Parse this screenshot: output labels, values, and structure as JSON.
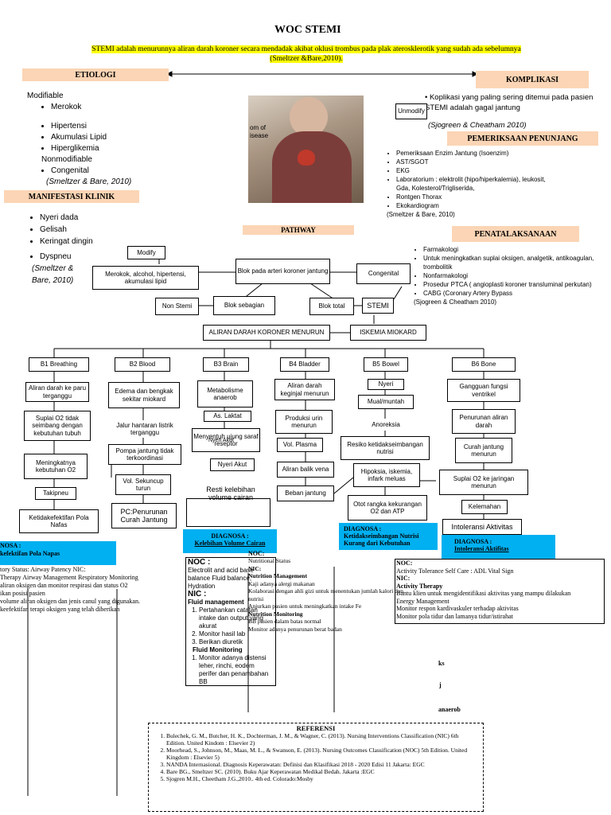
{
  "title": "WOC STEMI",
  "definition": {
    "line1": "STEMI adalah menurunnya aliran darah koroner secara mendadak akibat oklusi trombus pada plak aterosklerotik yang sudah ada sebelumnya",
    "line2": "(Smeltzer &Bare,2010)."
  },
  "etiologi": {
    "title": "ETIOLOGI",
    "modifiable_label": "Modifiable",
    "modifiable_items": [
      "Merokok",
      "Hipertensi",
      "Akumulasi Lipid",
      "Hiperglikemia"
    ],
    "nonmod_label": "Nonmodifiable",
    "nonmod_items": [
      "Congenital"
    ],
    "source": "(Smeltzer & Bare, 2010)"
  },
  "image_caption": {
    "line1": "om of",
    "line2": "isease"
  },
  "komplikasi": {
    "title": "KOMPLIKASI",
    "text": "Koplikasi yang paling sering ditemui pada pasien STEMI adalah gagal jantung",
    "unmodify": "Unmodify",
    "source": "(Sjogreen & Cheatham 2010)"
  },
  "penunjang": {
    "title": "PEMERIKSAAN PENUNJANG",
    "items": [
      "Pemeriksaan Enzim Jantung (Isoenzim)",
      "AST/SGOT",
      "EKG",
      "Laboratorium : elektrolit (hipo/hiperkalemia), leukosit, Gda, Kolesterol/Trigliserida,",
      "Rontgen Thorax",
      "Ekokardiogram"
    ],
    "source": "(Smeltzer & Bare, 2010)"
  },
  "manifestasi": {
    "title": "MANIFESTASI KLINIK",
    "items": [
      "Nyeri dada",
      "Gelisah",
      "Keringat dingin",
      "Dyspneu"
    ],
    "source1": "(Smeltzer &",
    "source2": "Bare, 2010)"
  },
  "pathway": {
    "title": "PATHWAY",
    "modify": "Modify",
    "risk": "Merokok, alcohol, hipertensi, akumulasi lipid",
    "blok": "Blok pada arteri koroner jantung",
    "congenital": "Congenital",
    "non_stemi": "Non Stemi",
    "blok_sebagian": "Blok sebagian",
    "blok_total": "Blok total",
    "stemi": "STEMI",
    "aliran": "ALIRAN DARAH KORONER MENURUN",
    "iskemia": "ISKEMIA MIOKARD"
  },
  "penatalaksanaan": {
    "title": "PENATALAKSANAAN",
    "items": [
      "Farmakologi",
      "Untuk meningkatkan suplai oksigen, analgetik, antikoagulan, trombolitik",
      "Nonfarmakologi",
      "Prosedur PTCA ( angioplasti koroner transluminal perkutan)",
      "CABG (Coronary Artery Bypass"
    ],
    "source": "(Sjogreen & Cheatham 2010)"
  },
  "columns": {
    "b1": {
      "title": "B1 Breathing",
      "items": [
        "Aliran darah ke paru terganggu",
        "Suplai O2 tidak seimbang dengan kebutuhan tubuh",
        "Meningkatnya kebutuhan O2",
        "Takipneu",
        "Ketidakefektifan Pola Nafas"
      ]
    },
    "b2": {
      "title": "B2 Blood",
      "items": [
        "Edema dan bengkak sekitar miokard",
        "Jalur hantaran listrik terganggu",
        "Pompa jantung tidak terkoordinasi",
        "Vol. Sekuncup turun",
        "PC:Penurunan Curah Jantung"
      ]
    },
    "b3": {
      "title": "B3 Brain",
      "items": [
        "Metabolisme anaerob",
        "As. Laktat",
        "Menyentuh ujung saraf reseptor",
        "Nyeri Akut",
        "Resti kelebihan volume cairan"
      ],
      "overlap": "Nyeri Akut"
    },
    "b4": {
      "title": "B4 Bladder",
      "items": [
        "Aliran darah keginjal menurun",
        "Produksi urin menurun",
        "Vol. Plasma",
        "Aliran balik vena",
        "Beban jantung"
      ]
    },
    "b5": {
      "title": "B5 Bowel",
      "items": [
        "Nyeri",
        "Mual/muntah",
        "Anoreksia",
        "Resiko ketidakseimbangan nutrisi",
        "Hipoksia, iskemia, infark meluas",
        "Otot rangka kekurangan O2 dan ATP"
      ]
    },
    "b6": {
      "title": "B6 Bone",
      "items": [
        "Gangguan fungsi ventrikel",
        "Penurunan aliran darah",
        "Curah jantung menurun",
        "Suplai O2 ke jaringan menurun",
        "Kelemahan",
        "Intoleransi Aktivitas"
      ]
    }
  },
  "diag1": {
    "label": "NOSA :",
    "title": "kefektifan Pola Napas",
    "noc": "tory Status: Airway Patency NIC:",
    "lines": [
      "Therapy Airway Management Respiratory Monitoring",
      "aliran oksigen dan monitor respirasi dan status O2",
      "ikan posisi pasien",
      "volume aliran oksigen dan jenis canul yang digunakan.",
      "keefektifan terapi oksigen yang telah diberikan"
    ]
  },
  "diag2": {
    "label": "DIAGNOSA :",
    "title": "Kelebihan Volume Cairan",
    "noc_label": "NOC :",
    "noc": "Electrolit and acid base balance Fluid balance, Hydration",
    "nic_label": "NIC :",
    "nic_title": "Fluid management",
    "nic_items": [
      "Pertahankan catatan intake dan output yang akurat",
      "Monitor hasil lab",
      "Berikan diuretik"
    ],
    "mon_title": "Fluid Monitoring",
    "mon_items": [
      "Monitor adanya distensi leher, rinchi, eodem perifer dan penambahan BB"
    ]
  },
  "diag3": {
    "label": "DIAGNOSA :",
    "title1": "Ketidakseimbangan Nutrisi",
    "title2": "Kurang dari Kebutuhan",
    "noc": "NOC:",
    "noc_text": "Nutritional Status",
    "nic": "NIC:",
    "nutrition_mgmt": "Nutrition Management",
    "lines": [
      "Kaji adanya alergi makanan",
      "Kolaborasi dengan ahli gizi untuk menentukan jumlah kalori dan nutrisi",
      "Anjurkan pasien untuk meningkatkan intake Fe",
      "Nutrition Monitoring",
      "BB pasien dalam batas normal",
      "Monitor adanya penurunan berat badan"
    ]
  },
  "diag4": {
    "label": "DIAGNOSA :",
    "title": "Intoleransi Aktifitas",
    "noc": "NOC:",
    "noc_text": "Activity Tolerance Self Care : ADL Vital Sign",
    "nic": "NIC:",
    "therapy": "Activity Therapy",
    "lines": [
      "Bantu klien untuk mengidentifikasi aktivitas yang mampu dilakukan",
      "Energy Management",
      "Monitor respon kardivaskuler terhadap aktivitas",
      "Monitor pola tidur dan lamanya tidur/istirahat"
    ]
  },
  "stray": {
    "a": "ks",
    "b": "j",
    "c": "anaerob"
  },
  "referensi": {
    "title": "REFERENSI",
    "items": [
      "Bulechek, G. M., Butcher, H. K., Dochterman, J. M., & Wagner, C. (2013). Nursing Interventions Classification (NIC) 6th Edition. United Kindom : Elsevier 2)",
      "Moorhead, S., Johnson, M., Maas, M. L., & Swanson, E. (2013). Nursing Outcomes Classification (NOC) 5th Edition. United Kingdom : Elsevier 5)",
      "NANDA Internasional. Diagnosis Keperawatan: Definisi dan Klasifikasi 2018 - 2020 Edisi 11 Jakarta: EGC",
      "Bare BG., Smeltzer SC. (2010). Buku Ajar Keperawatan Medikal Bedah. Jakarta :EGC",
      "Sjogren M.H., Cheetham J.G.,2010.. 4th ed. Colorado:Mosby"
    ]
  }
}
